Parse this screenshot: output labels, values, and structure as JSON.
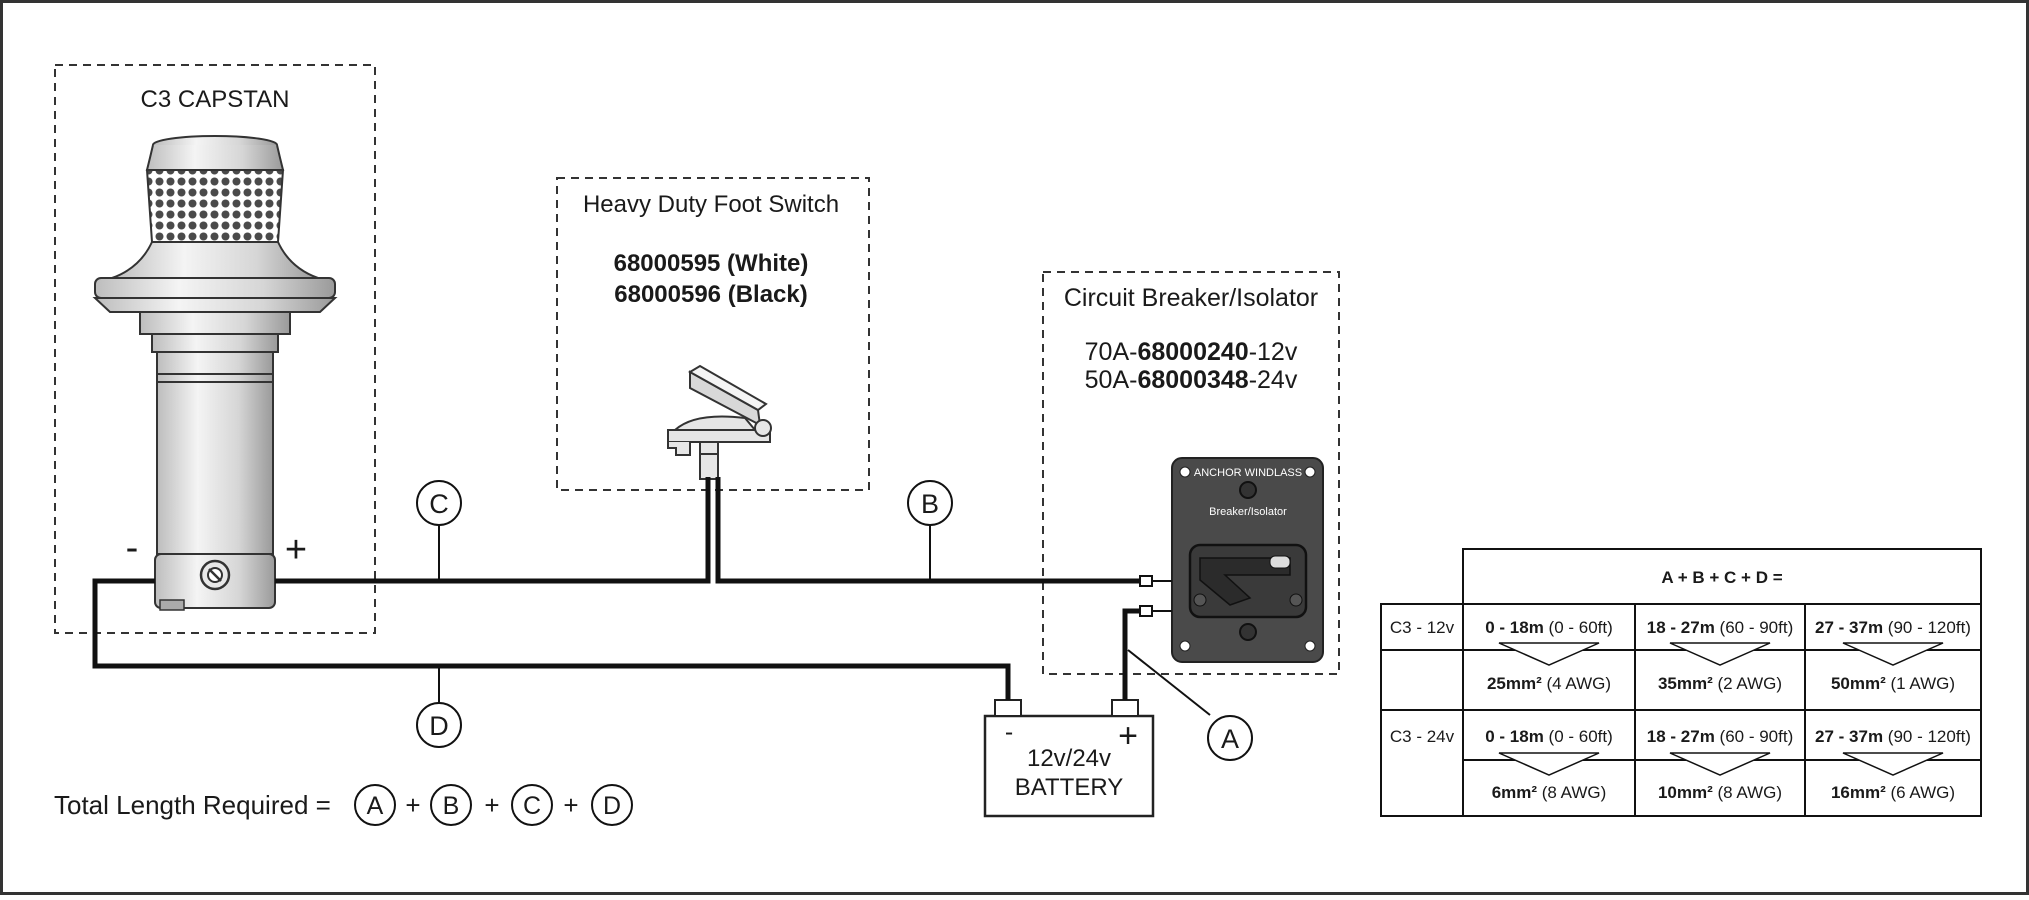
{
  "capstan": {
    "title": "C3 CAPSTAN",
    "minus": "-",
    "plus": "+"
  },
  "foot_switch": {
    "title": "Heavy Duty Foot Switch",
    "part_white": "68000595 (White)",
    "part_black": "68000596 (Black)"
  },
  "breaker": {
    "title": "Circuit Breaker/Isolator",
    "line1_pre": "70A-",
    "line1_part": "68000240",
    "line1_post": "-12v",
    "line2_pre": "50A-",
    "line2_part": "68000348",
    "line2_post": "-24v",
    "panel_text1": "ANCHOR WINDLASS",
    "panel_text2": "Breaker/Isolator"
  },
  "battery": {
    "line1": "12v/24v",
    "line2": "BATTERY",
    "minus": "-",
    "plus": "+"
  },
  "cable_labels": {
    "a": "A",
    "b": "B",
    "c": "C",
    "d": "D"
  },
  "total": {
    "prefix": "Total Length Required =",
    "terms": [
      "A",
      "B",
      "C",
      "D"
    ],
    "plus": "+"
  },
  "table": {
    "header": "A + B + C + D =",
    "rows": [
      {
        "model": "C3 - 12v",
        "ranges": [
          {
            "bold": "0 - 18m",
            "rest": " (0 - 60ft)"
          },
          {
            "bold": "18 - 27m",
            "rest": " (60 - 90ft)"
          },
          {
            "bold": "27 - 37m",
            "rest": " (90 - 120ft)"
          }
        ],
        "sizes": [
          {
            "bold": "25mm²",
            "rest": " (4 AWG)"
          },
          {
            "bold": "35mm²",
            "rest": " (2 AWG)"
          },
          {
            "bold": "50mm²",
            "rest": " (1 AWG)"
          }
        ]
      },
      {
        "model": "C3 - 24v",
        "ranges": [
          {
            "bold": "0 - 18m",
            "rest": " (0 - 60ft)"
          },
          {
            "bold": "18 - 27m",
            "rest": " (60 - 90ft)"
          },
          {
            "bold": "27 - 37m",
            "rest": " (90 - 120ft)"
          }
        ],
        "sizes": [
          {
            "bold": "6mm²",
            "rest": " (8 AWG)"
          },
          {
            "bold": "10mm²",
            "rest": " (8 AWG)"
          },
          {
            "bold": "16mm²",
            "rest": " (6 AWG)"
          }
        ]
      }
    ]
  }
}
